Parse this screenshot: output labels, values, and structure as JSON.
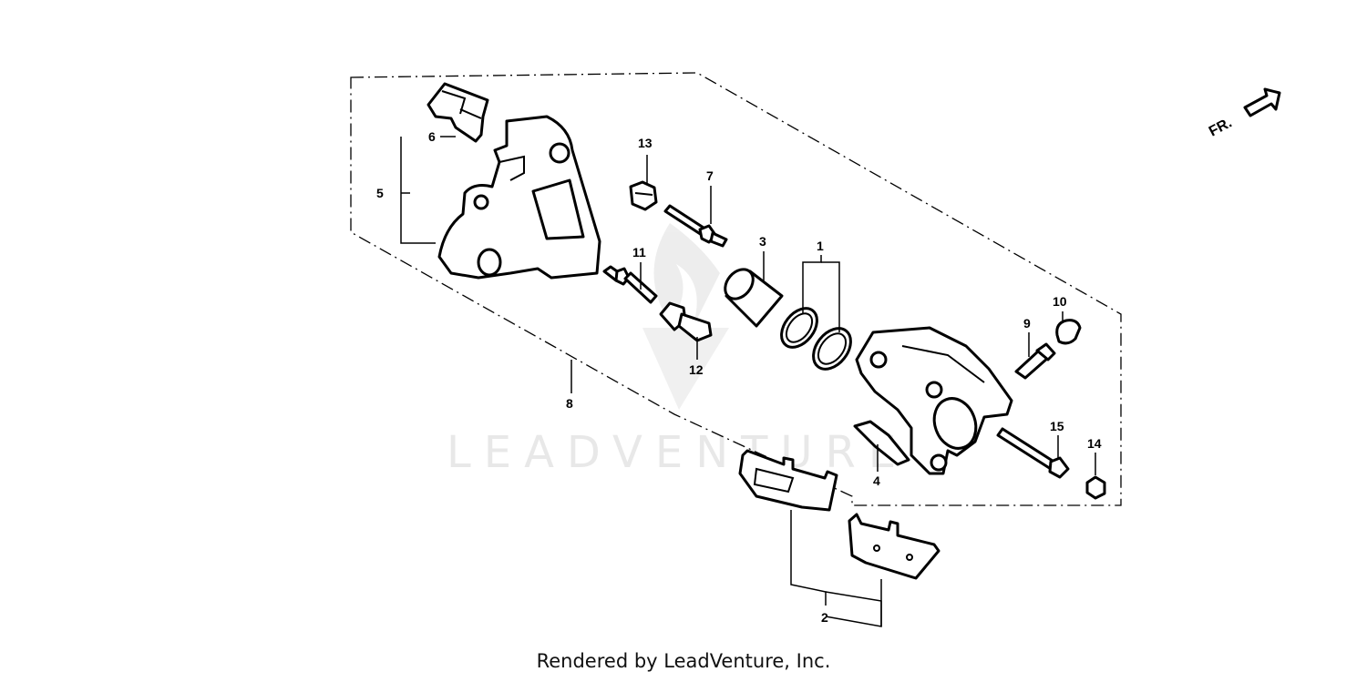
{
  "diagram": {
    "front_marker": "FR.",
    "watermark": "LEADVENTURE",
    "callouts": {
      "c1": "1",
      "c2": "2",
      "c3": "3",
      "c4": "4",
      "c5": "5",
      "c6": "6",
      "c7": "7",
      "c8": "8",
      "c9": "9",
      "c10": "10",
      "c11": "11",
      "c12": "12",
      "c13": "13",
      "c14": "14",
      "c15": "15"
    }
  },
  "footer": {
    "text": "Rendered by LeadVenture, Inc."
  }
}
